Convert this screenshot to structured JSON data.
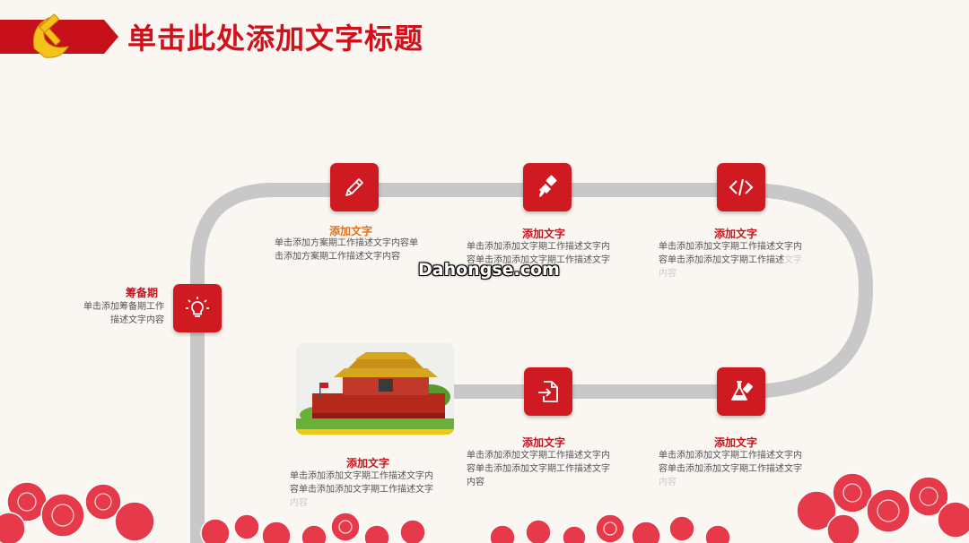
{
  "header": {
    "title": "单击此处添加文字标题"
  },
  "colors": {
    "accent": "#d01a22",
    "track": "#c8c8c8",
    "heading_orange": "#e0701a",
    "background": "#faf6f1"
  },
  "steps": [
    {
      "icon": "lightbulb-icon",
      "title": "筹备期",
      "lines": [
        "单击添加筹备期工作",
        "描述文字内容"
      ]
    },
    {
      "icon": "pencil-icon",
      "title": "添加文字",
      "lines": [
        "单击添加方案期工作描述文字内容单",
        "击添加方案期工作描述文字内容"
      ]
    },
    {
      "icon": "paint-brush-icon",
      "title": "添加文字",
      "lines": [
        "单击添加添加文字期工作描述文字内",
        "容单击添加添加文字期工作描述文字"
      ]
    },
    {
      "icon": "code-icon",
      "title": "添加文字",
      "lines": [
        "单击添加添加文字期工作描述文字内",
        "容单击添加添加文字期工作描述"
      ],
      "faded": "文字",
      "faded2": "内容"
    },
    {
      "icon": "lab-flask-icon",
      "title": "添加文字",
      "lines": [
        "单击添加添加文字期工作描述文字内",
        "容单击添加添加文字期工作描述文字"
      ],
      "faded": "内容"
    },
    {
      "icon": "document-import-icon",
      "title": "添加文字",
      "lines": [
        "单击添加添加文字期工作描述文字内",
        "容单击添加添加文字期工作描述文字",
        "内容"
      ]
    },
    {
      "icon": "tiananmen-photo",
      "title": "添加文字",
      "lines": [
        "单击添加添加文字期工作描述文字内",
        "容单击添加添加文字期工作描述文字"
      ],
      "faded": "内容"
    }
  ],
  "watermark": "Dahongse.com"
}
